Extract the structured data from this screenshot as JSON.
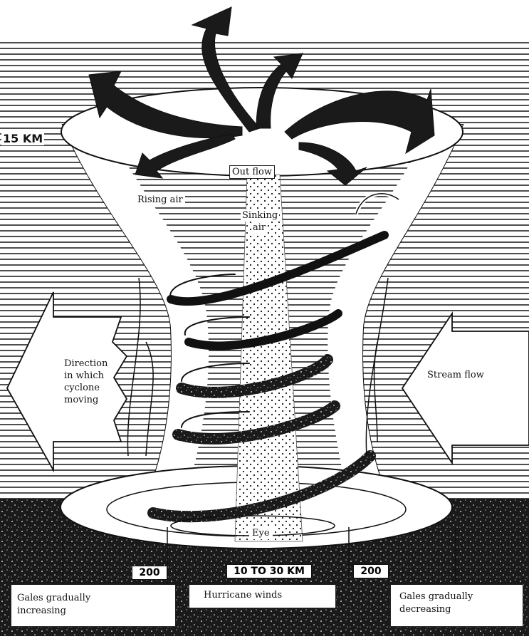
{
  "diagram": {
    "altitude_label": "15 KM",
    "labels": {
      "outflow": "Out flow",
      "rising_air": "Rising air",
      "sinking_air_line1": "Sinking",
      "sinking_air_line2": "air",
      "direction_line1": "Direction",
      "direction_line2": "in which",
      "direction_line3": "cyclone",
      "direction_line4": "moving",
      "stream_flow": "Stream flow",
      "eye": "Eye"
    },
    "scale": {
      "left": "200",
      "center": "10 TO 30 KM",
      "right": "200"
    },
    "bottom_boxes": {
      "left_line1": "Gales gradually",
      "left_line2": "increasing",
      "center": "Hurricane winds",
      "right_line1": "Gales gradually",
      "right_line2": "decreasing"
    }
  }
}
